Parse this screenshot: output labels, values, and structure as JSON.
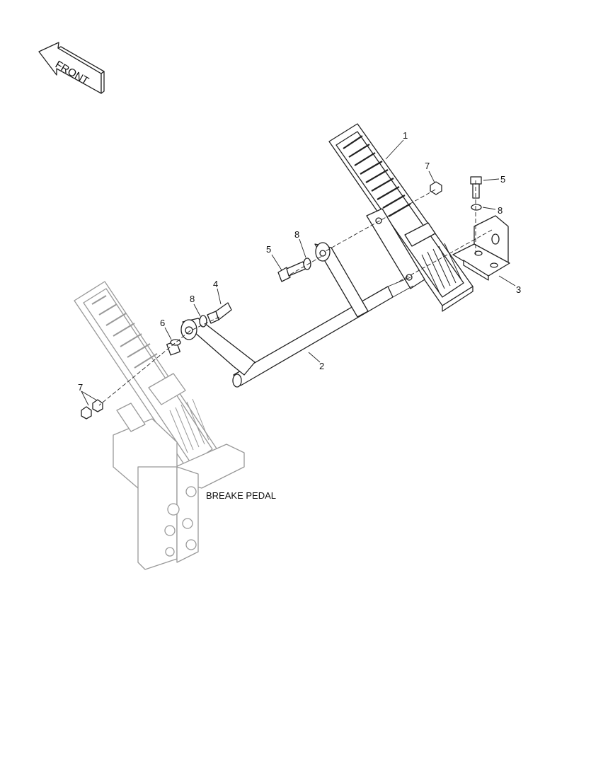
{
  "front_arrow": {
    "text": "FRONT"
  },
  "callouts": [
    {
      "id": "c1",
      "number": "1"
    },
    {
      "id": "c7a",
      "number": "7"
    },
    {
      "id": "c5a",
      "number": "5"
    },
    {
      "id": "c8a",
      "number": "8"
    },
    {
      "id": "c3",
      "number": "3"
    },
    {
      "id": "c8b",
      "number": "8"
    },
    {
      "id": "c5b",
      "number": "5"
    },
    {
      "id": "c4",
      "number": "4"
    },
    {
      "id": "c8c",
      "number": "8"
    },
    {
      "id": "c6",
      "number": "6"
    },
    {
      "id": "c2",
      "number": "2"
    },
    {
      "id": "c7b",
      "number": "7"
    }
  ],
  "reference_label": "BREAKE PEDAL"
}
